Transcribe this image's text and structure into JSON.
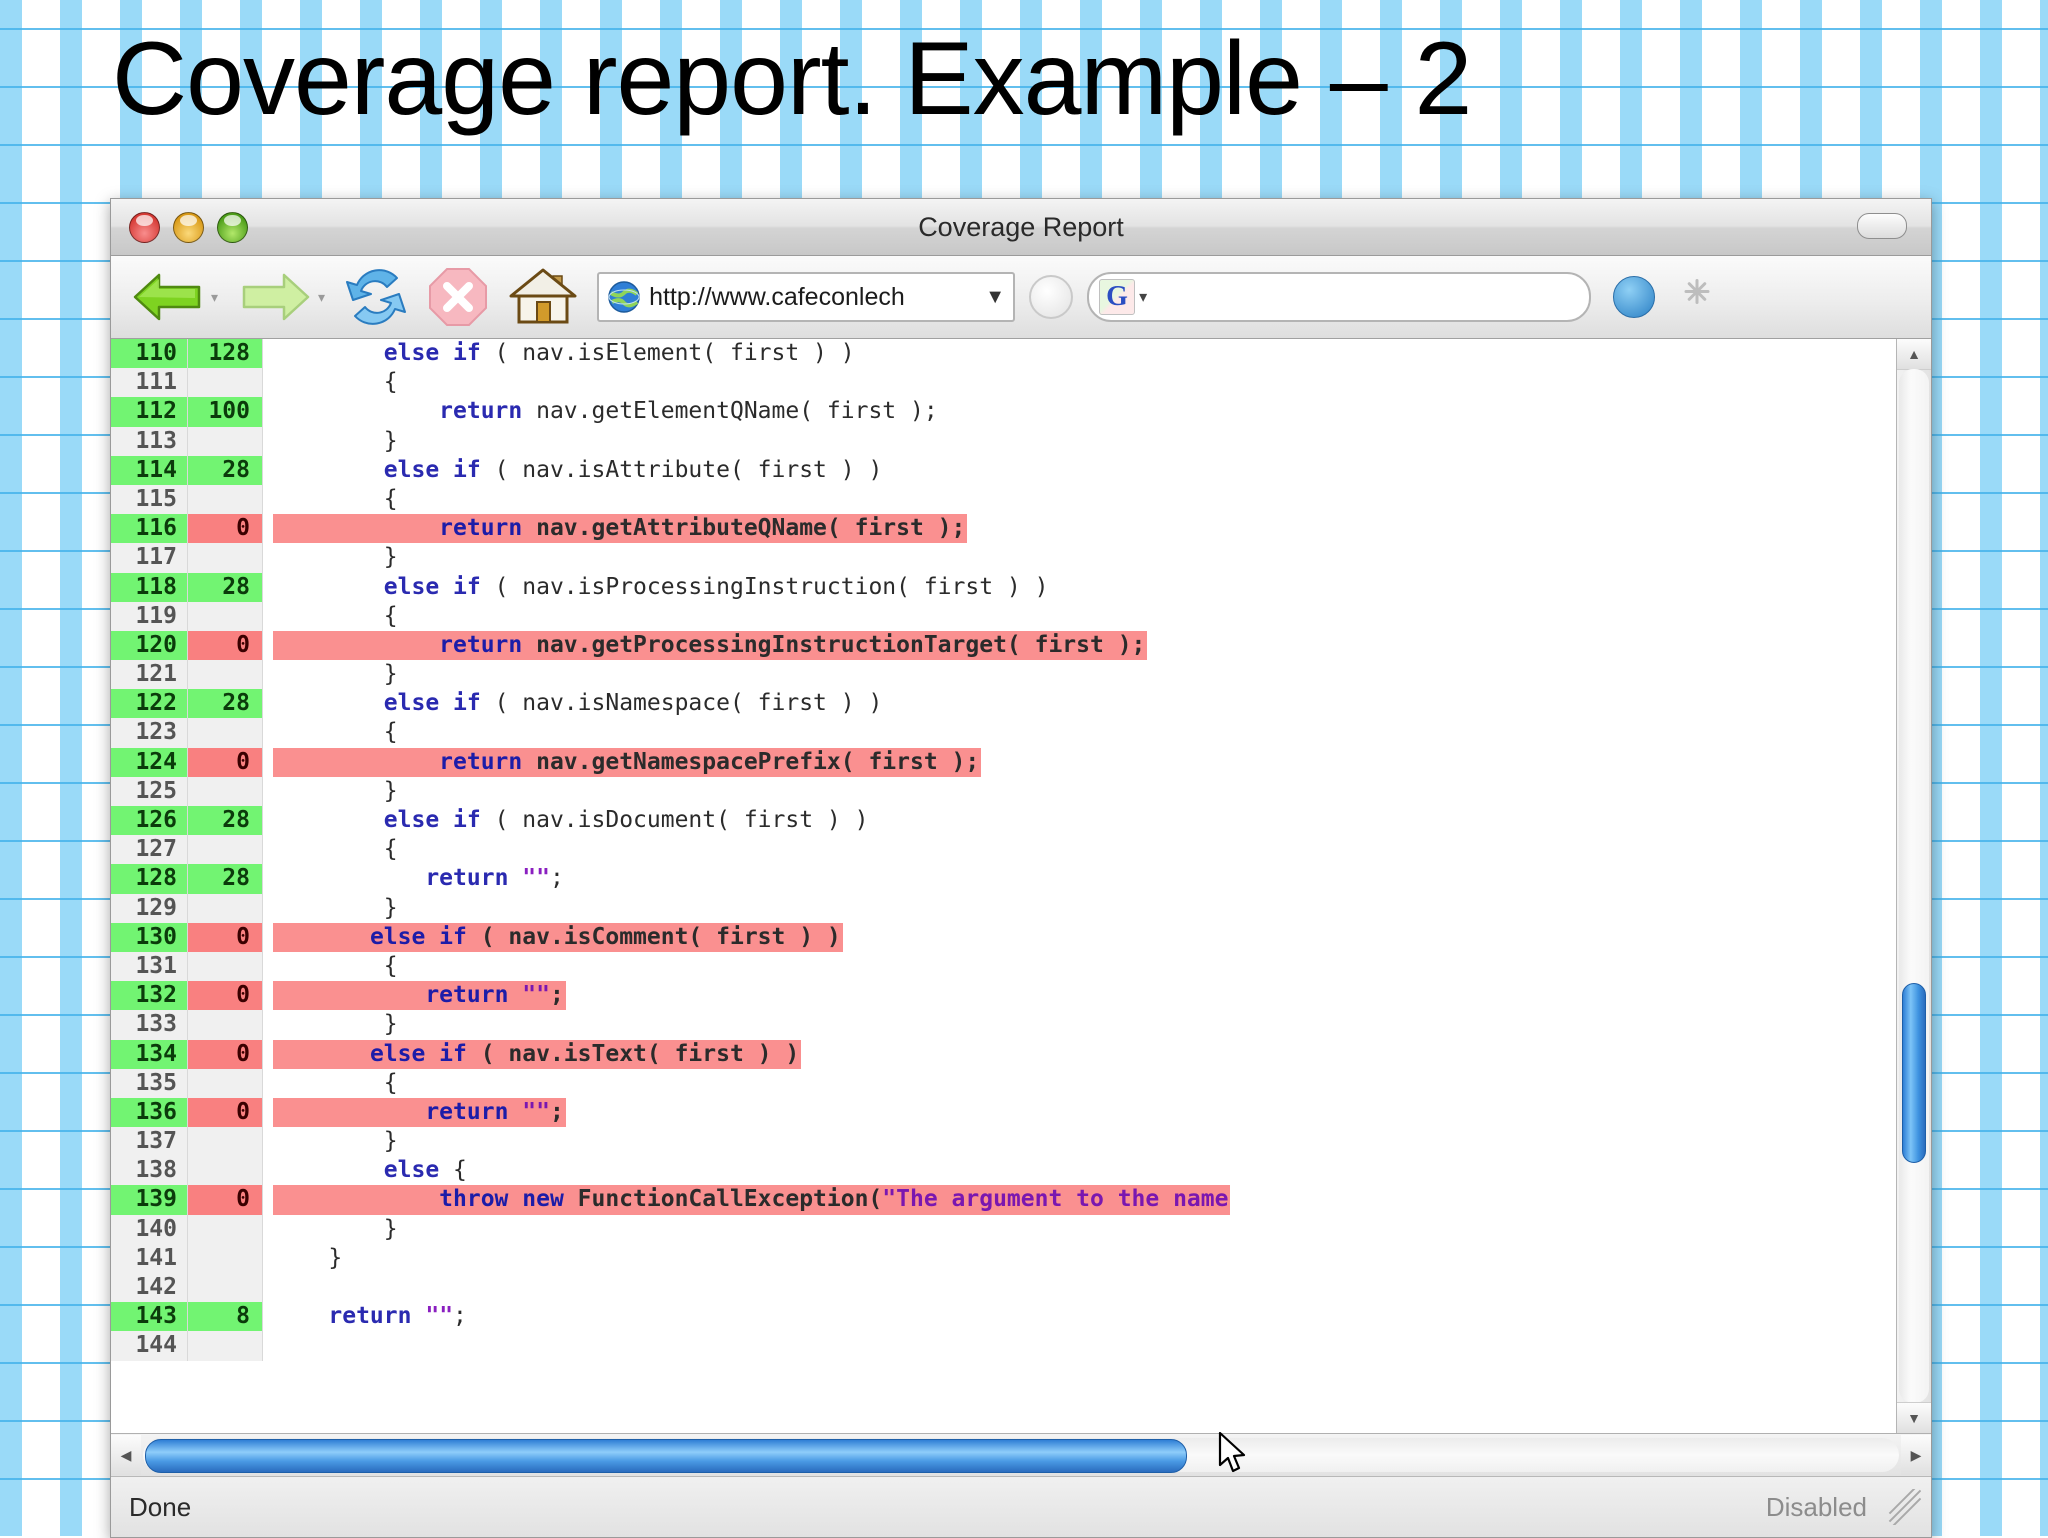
{
  "slide": {
    "title": "Coverage report. Example – 2"
  },
  "window": {
    "title": "Coverage Report",
    "controls": {
      "close": "close-button",
      "minimize": "minimize-button",
      "zoom": "zoom-button"
    },
    "toolbar_pill": "toolbar-toggle"
  },
  "toolbar": {
    "back": "back-arrow-icon",
    "forward": "forward-arrow-icon",
    "reload": "reload-icon",
    "stop": "stop-icon",
    "home": "home-icon",
    "url_value": "http://www.cafeconlech",
    "url_caret": "▼",
    "rss": "rss-icon",
    "search_engine_label": "G",
    "search_caret": "▾",
    "download": "download-icon",
    "throbber": "throbber-icon"
  },
  "status": {
    "left": "Done",
    "right": "Disabled"
  },
  "scrollbars": {
    "v_up": "▲",
    "v_down": "▼",
    "h_left": "◀",
    "h_right": "▶"
  },
  "code": {
    "columns": [
      "line",
      "hits",
      "source"
    ],
    "rows": [
      {
        "line": "110",
        "hits": "128",
        "covered": true,
        "missed": false,
        "tokens": [
          {
            "t": "        ",
            "c": ""
          },
          {
            "t": "else if",
            "c": "kw"
          },
          {
            "t": " ( nav.isElement( first ) )",
            "c": ""
          }
        ]
      },
      {
        "line": "111",
        "hits": "",
        "covered": false,
        "missed": false,
        "tokens": [
          {
            "t": "",
            "c": ""
          }
        ]
      },
      {
        "line": "112",
        "hits": "100",
        "covered": true,
        "missed": false,
        "tokens": [
          {
            "t": "            ",
            "c": ""
          },
          {
            "t": "return",
            "c": "kw"
          },
          {
            "t": " nav.getElementQName( first );",
            "c": ""
          }
        ]
      },
      {
        "line": "113",
        "hits": "",
        "covered": false,
        "missed": false,
        "tokens": [
          {
            "t": "",
            "c": ""
          }
        ]
      },
      {
        "line": "114",
        "hits": "28",
        "covered": true,
        "missed": false,
        "tokens": [
          {
            "t": "        ",
            "c": ""
          },
          {
            "t": "else if",
            "c": "kw"
          },
          {
            "t": " ( nav.isAttribute( first ) )",
            "c": ""
          }
        ]
      },
      {
        "line": "115",
        "hits": "",
        "covered": false,
        "missed": false,
        "tokens": [
          {
            "t": "",
            "c": ""
          }
        ]
      },
      {
        "line": "116",
        "hits": "0",
        "covered": true,
        "missed": true,
        "tokens": [
          {
            "t": "            ",
            "c": ""
          },
          {
            "t": "return",
            "c": "kw"
          },
          {
            "t": " nav.getAttributeQName( first );",
            "c": ""
          }
        ]
      },
      {
        "line": "117",
        "hits": "",
        "covered": false,
        "missed": false,
        "tokens": [
          {
            "t": "",
            "c": ""
          }
        ]
      },
      {
        "line": "118",
        "hits": "28",
        "covered": true,
        "missed": false,
        "tokens": [
          {
            "t": "        ",
            "c": ""
          },
          {
            "t": "else if",
            "c": "kw"
          },
          {
            "t": " ( nav.isProcessingInstruction( first ) )",
            "c": ""
          }
        ]
      },
      {
        "line": "119",
        "hits": "",
        "covered": false,
        "missed": false,
        "tokens": [
          {
            "t": "",
            "c": ""
          }
        ]
      },
      {
        "line": "120",
        "hits": "0",
        "covered": true,
        "missed": true,
        "tokens": [
          {
            "t": "            ",
            "c": ""
          },
          {
            "t": "return",
            "c": "kw"
          },
          {
            "t": " nav.getProcessingInstructionTarget( first );",
            "c": ""
          }
        ]
      },
      {
        "line": "121",
        "hits": "",
        "covered": false,
        "missed": false,
        "tokens": [
          {
            "t": "",
            "c": ""
          }
        ]
      },
      {
        "line": "122",
        "hits": "28",
        "covered": true,
        "missed": false,
        "tokens": [
          {
            "t": "        ",
            "c": ""
          },
          {
            "t": "else if",
            "c": "kw"
          },
          {
            "t": " ( nav.isNamespace( first ) )",
            "c": ""
          }
        ]
      },
      {
        "line": "123",
        "hits": "",
        "covered": false,
        "missed": false,
        "tokens": [
          {
            "t": "",
            "c": ""
          }
        ]
      },
      {
        "line": "124",
        "hits": "0",
        "covered": true,
        "missed": true,
        "tokens": [
          {
            "t": "            ",
            "c": ""
          },
          {
            "t": "return",
            "c": "kw"
          },
          {
            "t": " nav.getNamespacePrefix( first );",
            "c": ""
          }
        ]
      },
      {
        "line": "125",
        "hits": "",
        "covered": false,
        "missed": false,
        "tokens": [
          {
            "t": "",
            "c": ""
          }
        ]
      },
      {
        "line": "126",
        "hits": "28",
        "covered": true,
        "missed": false,
        "tokens": [
          {
            "t": "        ",
            "c": ""
          },
          {
            "t": "else if",
            "c": "kw"
          },
          {
            "t": " ( nav.isDocument( first ) )",
            "c": ""
          }
        ]
      },
      {
        "line": "127",
        "hits": "",
        "covered": false,
        "missed": false,
        "tokens": [
          {
            "t": "",
            "c": ""
          }
        ]
      },
      {
        "line": "128",
        "hits": "28",
        "covered": true,
        "missed": false,
        "tokens": [
          {
            "t": "           ",
            "c": ""
          },
          {
            "t": "return",
            "c": "kw"
          },
          {
            "t": " ",
            "c": ""
          },
          {
            "t": "\"\"",
            "c": "str"
          },
          {
            "t": ";",
            "c": ""
          }
        ]
      },
      {
        "line": "129",
        "hits": "",
        "covered": false,
        "missed": false,
        "tokens": [
          {
            "t": "",
            "c": ""
          }
        ]
      },
      {
        "line": "130",
        "hits": "0",
        "covered": true,
        "missed": true,
        "tokens": [
          {
            "t": "       ",
            "c": ""
          },
          {
            "t": "else if",
            "c": "kw"
          },
          {
            "t": " ( nav.isComment( first ) )",
            "c": ""
          }
        ]
      },
      {
        "line": "131",
        "hits": "",
        "covered": false,
        "missed": false,
        "tokens": [
          {
            "t": "",
            "c": ""
          }
        ]
      },
      {
        "line": "132",
        "hits": "0",
        "covered": true,
        "missed": true,
        "tokens": [
          {
            "t": "           ",
            "c": ""
          },
          {
            "t": "return",
            "c": "kw"
          },
          {
            "t": " ",
            "c": ""
          },
          {
            "t": "\"\"",
            "c": "str"
          },
          {
            "t": ";",
            "c": ""
          }
        ]
      },
      {
        "line": "133",
        "hits": "",
        "covered": false,
        "missed": false,
        "tokens": [
          {
            "t": "",
            "c": ""
          }
        ]
      },
      {
        "line": "134",
        "hits": "0",
        "covered": true,
        "missed": true,
        "tokens": [
          {
            "t": "       ",
            "c": ""
          },
          {
            "t": "else if",
            "c": "kw"
          },
          {
            "t": " ( nav.isText( first ) )",
            "c": ""
          }
        ]
      },
      {
        "line": "135",
        "hits": "",
        "covered": false,
        "missed": false,
        "tokens": [
          {
            "t": "",
            "c": ""
          }
        ]
      },
      {
        "line": "136",
        "hits": "0",
        "covered": true,
        "missed": true,
        "tokens": [
          {
            "t": "           ",
            "c": ""
          },
          {
            "t": "return",
            "c": "kw"
          },
          {
            "t": " ",
            "c": ""
          },
          {
            "t": "\"\"",
            "c": "str"
          },
          {
            "t": ";",
            "c": ""
          }
        ]
      },
      {
        "line": "137",
        "hits": "",
        "covered": false,
        "missed": false,
        "tokens": [
          {
            "t": "",
            "c": ""
          }
        ]
      },
      {
        "line": "138",
        "hits": "",
        "covered": false,
        "missed": false,
        "tokens": [
          {
            "t": "        ",
            "c": ""
          },
          {
            "t": "else",
            "c": "kw"
          },
          {
            "t": " {",
            "c": ""
          }
        ]
      },
      {
        "line": "139",
        "hits": "0",
        "covered": true,
        "missed": true,
        "tokens": [
          {
            "t": "            ",
            "c": ""
          },
          {
            "t": "throw new",
            "c": "kw"
          },
          {
            "t": " FunctionCallException(",
            "c": ""
          },
          {
            "t": "\"The argument to the name",
            "c": "str"
          }
        ]
      },
      {
        "line": "140",
        "hits": "",
        "covered": false,
        "missed": false,
        "tokens": [
          {
            "t": "",
            "c": ""
          }
        ]
      },
      {
        "line": "141",
        "hits": "",
        "covered": false,
        "missed": false,
        "tokens": [
          {
            "t": "",
            "c": ""
          }
        ]
      },
      {
        "line": "142",
        "hits": "",
        "covered": false,
        "missed": false,
        "tokens": [
          {
            "t": "",
            "c": ""
          }
        ]
      },
      {
        "line": "143",
        "hits": "8",
        "covered": true,
        "missed": false,
        "tokens": [
          {
            "t": "    ",
            "c": ""
          },
          {
            "t": "return",
            "c": "kw"
          },
          {
            "t": " ",
            "c": ""
          },
          {
            "t": "\"\"",
            "c": "str"
          },
          {
            "t": ";",
            "c": ""
          }
        ]
      },
      {
        "line": "144",
        "hits": "",
        "covered": false,
        "missed": false,
        "tokens": [
          {
            "t": "",
            "c": ""
          }
        ]
      }
    ],
    "brace_rows": {
      "111": "        {",
      "113": "        }",
      "115": "        {",
      "117": "        }",
      "119": "        {",
      "121": "        }",
      "123": "        {",
      "125": "        }",
      "127": "        {",
      "129": "        }",
      "131": "        {",
      "133": "        }",
      "135": "        {",
      "137": "        }",
      "140": "        }",
      "141": "    }",
      "142": "",
      "144": ""
    }
  }
}
